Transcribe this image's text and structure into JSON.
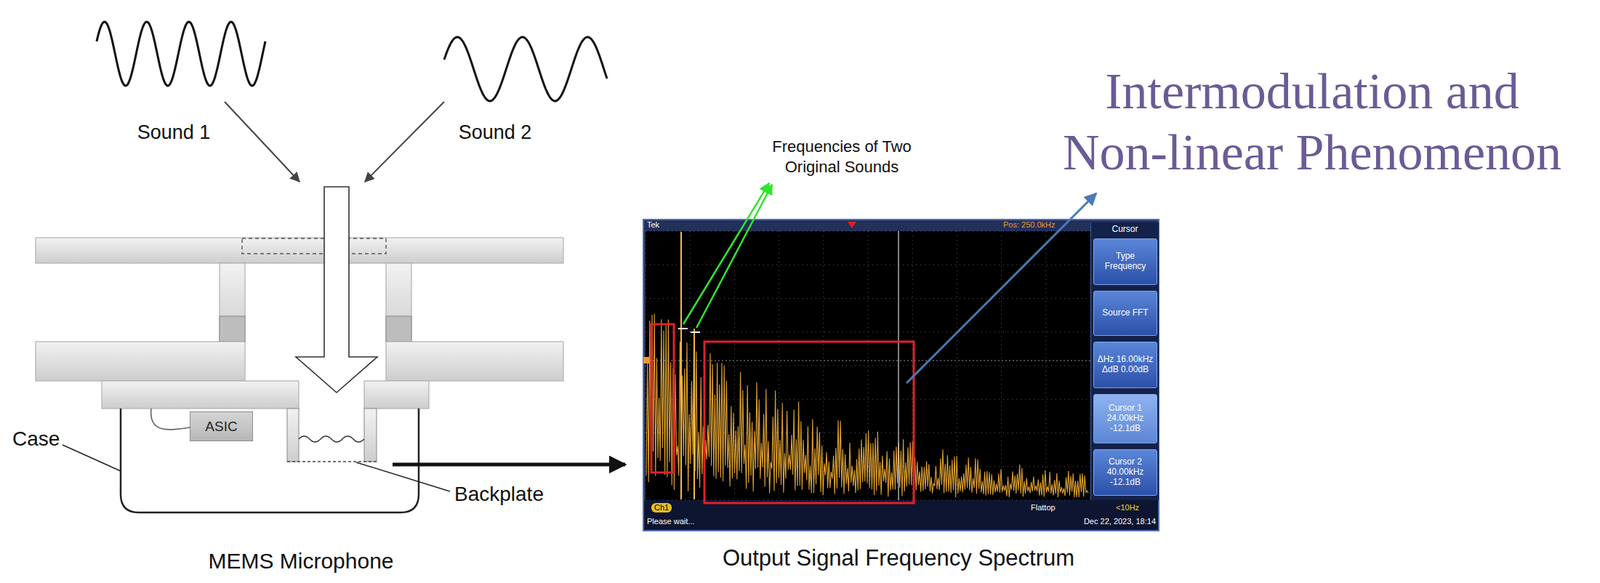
{
  "diagram": {
    "nodes": [
      {
        "text": [
          "ASIC"
        ]
      },
      {
        "text": [
          "Cursor"
        ]
      },
      {
        "text": [
          "Type Frequency"
        ],
        "in": 1
      },
      {
        "text": [
          "Source FFT"
        ],
        "in": 1
      },
      {
        "text": [
          "ΔHz 16.00kHz ΔdB 0.00dB"
        ],
        "in": 1
      },
      {
        "text": [
          "Cursor 1 24.00kHz -12.1dB"
        ],
        "in": 1
      },
      {
        "text": [
          "Cursor 2 40.00kHz -12.1dB"
        ],
        "in": 1
      }
    ],
    "labels": [
      "Sound 1",
      "Sound 2",
      "Case",
      "Backplate",
      "MEMS Microphone",
      "Frequencies of Two Original Sounds",
      "Intermodulation and Non-linear Phenomenon",
      "Output Signal Frequency Spectrum",
      "Tek",
      "Pos: 250.0kHz",
      "Ch1",
      "Flattop",
      "<10Hz",
      "Please wait...",
      "Dec 22, 2023, 18:14"
    ]
  }
}
